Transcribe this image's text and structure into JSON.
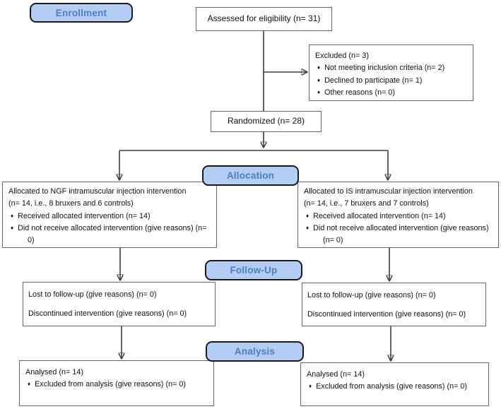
{
  "bullet_char": "♦",
  "labels": {
    "enrollment": "Enrollment",
    "allocation": "Allocation",
    "followup": "Follow-Up",
    "analysis": "Analysis"
  },
  "boxes": {
    "assessed": {
      "text": "Assessed for eligibility (n= 31)"
    },
    "excluded": {
      "title": "Excluded (n= 3)",
      "bullets": [
        "Not meeting inclusion criteria (n= 2)",
        "Declined to participate (n= 1)",
        "Other reasons (n= 0)"
      ]
    },
    "randomized": {
      "text": "Randomized (n= 28)"
    },
    "alloc_left": {
      "line1": "Allocated to NGF intramuscular injection intervention",
      "line2": "(n= 14, i.e., 8 bruxers and 6 controls)",
      "bullets": [
        "Received allocated intervention (n= 14)",
        "Did not receive allocated intervention (give reasons) (n= 0)"
      ]
    },
    "alloc_right": {
      "line1": "Allocated to IS intramuscular injection intervention",
      "line2": "(n= 14, i.e., 7 bruxers and 7 controls)",
      "bullets": [
        "Received allocated intervention (n= 14)",
        "Did not receive allocated intervention (give reasons) (n= 0)"
      ]
    },
    "fu_left": {
      "lines": [
        "Lost to follow-up (give reasons) (n= 0)",
        "Discontinued intervention (give reasons) (n= 0)"
      ]
    },
    "fu_right": {
      "lines": [
        "Lost to follow-up (give reasons) (n= 0)",
        "Discontinued intervention (give reasons) (n= 0)"
      ]
    },
    "an_left": {
      "title": "Analysed (n= 14)",
      "bullets": [
        "Excluded from analysis (give reasons) (n= 0)"
      ]
    },
    "an_right": {
      "title": "Analysed (n= 14)",
      "bullets": [
        "Excluded from analysis (give reasons) (n= 0)"
      ]
    }
  },
  "colors": {
    "label_fill": "#b5cdf2",
    "label_text": "#4a7ec7",
    "label_border": "#1a1a1a",
    "box_border": "#666666",
    "connector": "#3d3d3d"
  }
}
